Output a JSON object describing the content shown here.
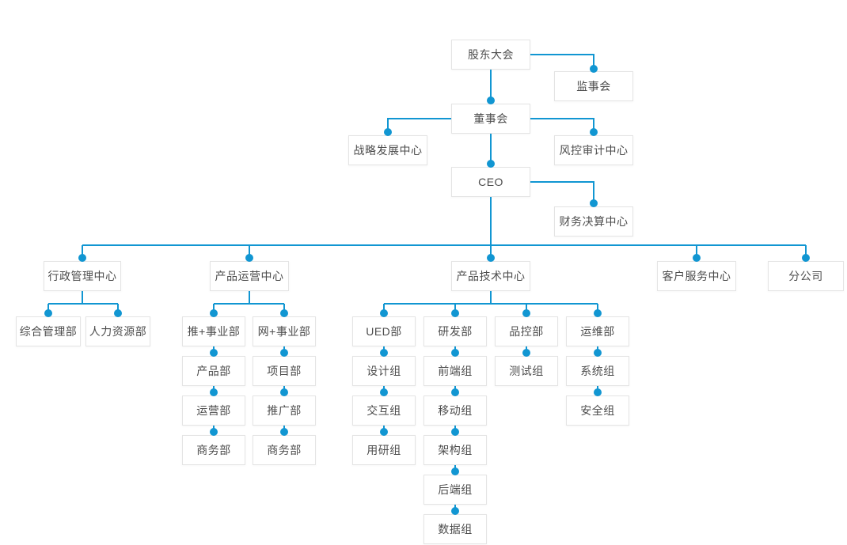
{
  "diagram": {
    "type": "org-chart",
    "accent_color": "#1196d2",
    "box_border_color": "#e4e4e4",
    "box_background_color": "#ffffff",
    "text_color": "#4d4d4d",
    "nodes": [
      {
        "id": "shareholders-meeting",
        "label": "股东大会",
        "parent": null
      },
      {
        "id": "supervisory-board",
        "label": "监事会",
        "parent": "shareholders-meeting"
      },
      {
        "id": "board-of-directors",
        "label": "董事会",
        "parent": "shareholders-meeting"
      },
      {
        "id": "strategic-development-center",
        "label": "战略发展中心",
        "parent": "board-of-directors"
      },
      {
        "id": "risk-audit-center",
        "label": "风控审计中心",
        "parent": "board-of-directors"
      },
      {
        "id": "ceo",
        "label": "CEO",
        "parent": "board-of-directors"
      },
      {
        "id": "financial-accounting-center",
        "label": "财务决算中心",
        "parent": "ceo"
      },
      {
        "id": "admin-management-center",
        "label": "行政管理中心",
        "parent": "ceo"
      },
      {
        "id": "product-operations-center",
        "label": "产品运营中心",
        "parent": "ceo"
      },
      {
        "id": "product-technology-center",
        "label": "产品技术中心",
        "parent": "ceo"
      },
      {
        "id": "customer-service-center",
        "label": "客户服务中心",
        "parent": "ceo"
      },
      {
        "id": "branch-company",
        "label": "分公司",
        "parent": "ceo"
      },
      {
        "id": "general-management-dept",
        "label": "综合管理部",
        "parent": "admin-management-center"
      },
      {
        "id": "human-resources-dept",
        "label": "人力资源部",
        "parent": "admin-management-center"
      },
      {
        "id": "tui-plus-business-unit",
        "label": "推+事业部",
        "parent": "product-operations-center"
      },
      {
        "id": "wang-plus-business-unit",
        "label": "网+事业部",
        "parent": "product-operations-center"
      },
      {
        "id": "ued-dept",
        "label": "UED部",
        "parent": "product-technology-center"
      },
      {
        "id": "rd-dept",
        "label": "研发部",
        "parent": "product-technology-center"
      },
      {
        "id": "quality-control-dept",
        "label": "品控部",
        "parent": "product-technology-center"
      },
      {
        "id": "ops-maintenance-dept",
        "label": "运维部",
        "parent": "product-technology-center"
      },
      {
        "id": "product-dept",
        "label": "产品部",
        "parent": "tui-plus-business-unit"
      },
      {
        "id": "project-dept",
        "label": "项目部",
        "parent": "wang-plus-business-unit"
      },
      {
        "id": "design-group",
        "label": "设计组",
        "parent": "ued-dept"
      },
      {
        "id": "frontend-group",
        "label": "前端组",
        "parent": "rd-dept"
      },
      {
        "id": "testing-group",
        "label": "测试组",
        "parent": "quality-control-dept"
      },
      {
        "id": "system-group",
        "label": "系统组",
        "parent": "ops-maintenance-dept"
      },
      {
        "id": "operations-dept",
        "label": "运营部",
        "parent": "product-dept"
      },
      {
        "id": "promotion-dept",
        "label": "推广部",
        "parent": "project-dept"
      },
      {
        "id": "interaction-group",
        "label": "交互组",
        "parent": "design-group"
      },
      {
        "id": "mobile-group",
        "label": "移动组",
        "parent": "frontend-group"
      },
      {
        "id": "security-group",
        "label": "安全组",
        "parent": "system-group"
      },
      {
        "id": "business-dept-tui",
        "label": "商务部",
        "parent": "operations-dept"
      },
      {
        "id": "business-dept-wang",
        "label": "商务部",
        "parent": "promotion-dept"
      },
      {
        "id": "user-research-group",
        "label": "用研组",
        "parent": "interaction-group"
      },
      {
        "id": "architecture-group",
        "label": "架构组",
        "parent": "mobile-group"
      },
      {
        "id": "backend-group",
        "label": "后端组",
        "parent": "architecture-group"
      },
      {
        "id": "data-group",
        "label": "数据组",
        "parent": "backend-group"
      }
    ]
  }
}
